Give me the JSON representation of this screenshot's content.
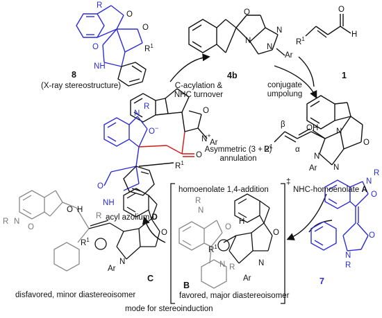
{
  "compounds": {
    "c8": {
      "number": "8",
      "note": "(X-ray stereostructure)"
    },
    "c4b": {
      "number": "4b"
    },
    "c1": {
      "number": "1"
    },
    "c7": {
      "number": "7"
    },
    "intA": {
      "name": "NHC-homoenolate",
      "letter": "A"
    },
    "intD": {
      "name": "acyl azolium",
      "letter": "D"
    },
    "tsB": {
      "letter": "B"
    },
    "tsC": {
      "letter": "C"
    }
  },
  "steps": {
    "acylation": [
      "C-acylation &",
      "NHC turnover"
    ],
    "umpolung": [
      "conjugate",
      "umpolung"
    ],
    "annulation": [
      "Asymmetric (3 + 2)",
      "annulation"
    ],
    "homoenolate_addition": "homoenolate 1,4-addition",
    "ts_mark": "‡"
  },
  "captions": {
    "favored": "favored, major diastereoisomer",
    "disfavored": "disfavored, minor diastereoisomer",
    "mode": "mode for stereoinduction"
  },
  "atoms": {
    "R": "R",
    "R1": "R",
    "sup1": "1",
    "N": "N",
    "O": "O",
    "H": "H",
    "Ar": "Ar",
    "OH": "OH",
    "beta": "β",
    "alpha": "α",
    "plus": "+",
    "minus": "−"
  },
  "colors": {
    "blue": "#2b2bd9",
    "red": "#d01818",
    "gray": "#777777",
    "black": "#111111"
  }
}
